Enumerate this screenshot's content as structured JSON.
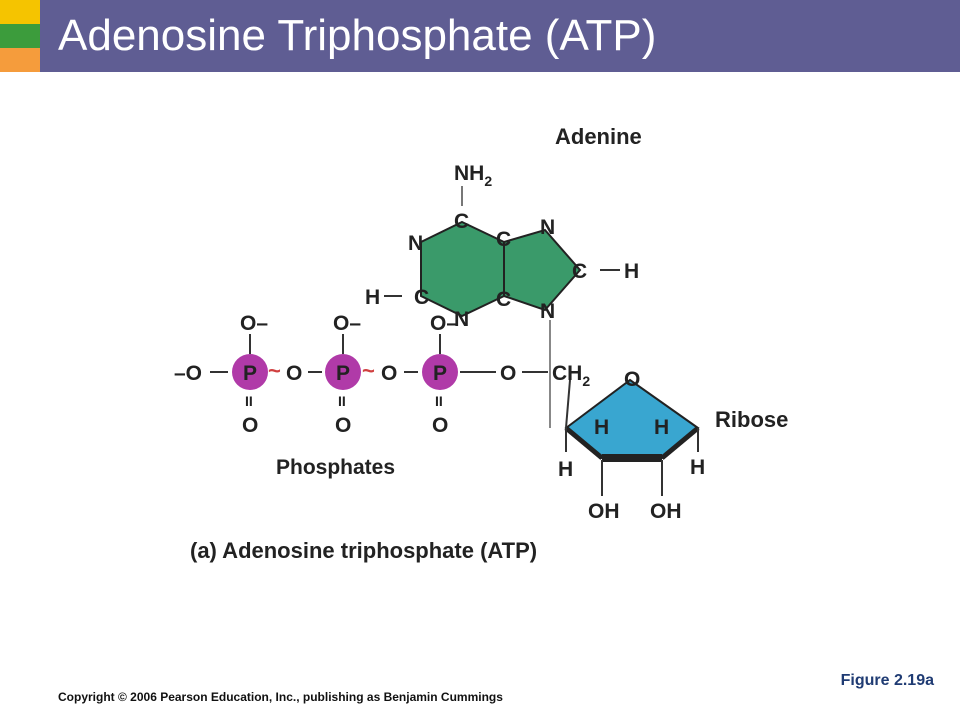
{
  "slide": {
    "title": "Adenosine Triphosphate (ATP)",
    "figure_label": "Figure 2.19a",
    "copyright": "Copyright © 2006 Pearson Education, Inc., publishing as Benjamin Cummings"
  },
  "colors": {
    "header_bar": "#5f5d93",
    "stripe_top": "#f5c400",
    "stripe_mid": "#3c9c3c",
    "stripe_bottom": "#f59c3c",
    "adenine_fill": "#3a9a6a",
    "ribose_fill": "#39a6d0",
    "phosphate_fill": "#b03aa8",
    "tilde": "#d04040"
  },
  "diagram": {
    "caption": "(a) Adenosine triphosphate (ATP)",
    "labels": {
      "adenine": "Adenine",
      "ribose": "Ribose",
      "phosphates": "Phosphates"
    },
    "atoms": {
      "nh2": "NH",
      "sub2": "2",
      "c": "C",
      "n": "N",
      "h": "H",
      "o": "O",
      "p": "P",
      "o_minus": "O–",
      "minus_o": "–O",
      "ch2": "CH",
      "oh": "OH",
      "double_bond": "II",
      "tilde": "~"
    }
  }
}
